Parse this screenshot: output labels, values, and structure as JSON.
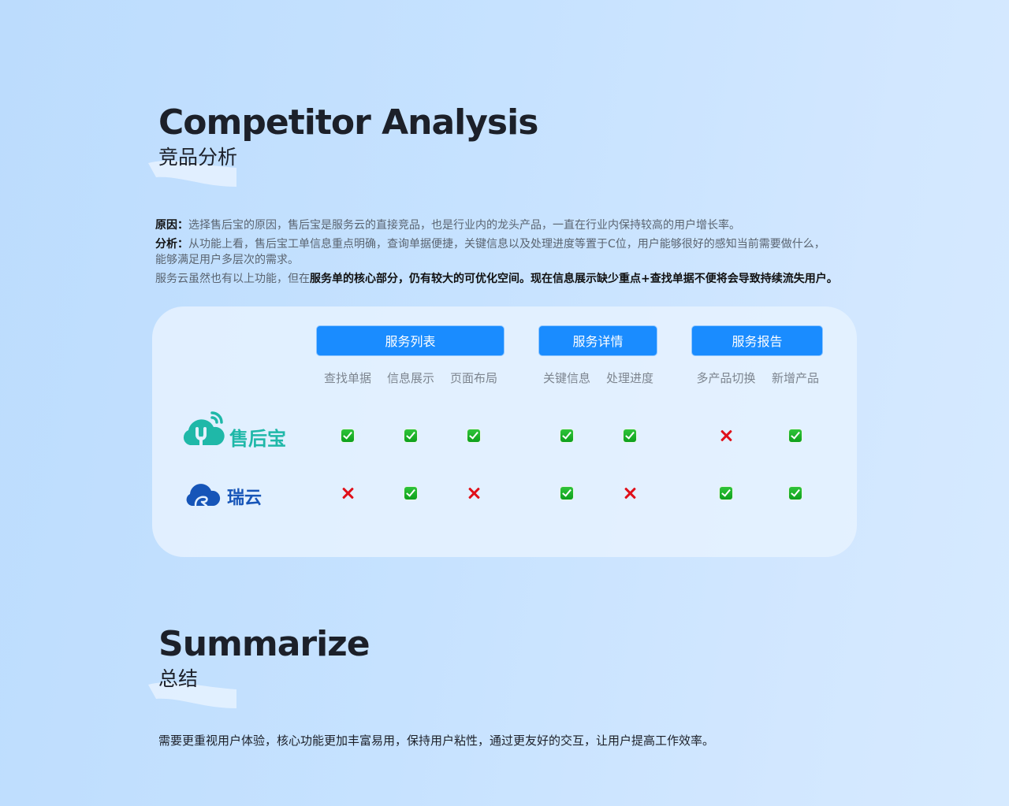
{
  "competitor": {
    "title": "Competitor Analysis",
    "subtitle": "竞品分析",
    "reason_label": "原因：",
    "reason_text": "选择售后宝的原因，售后宝是服务云的直接竞品，也是行业内的龙头产品，一直在行业内保持较高的用户增长率。",
    "analysis_label": "分析：",
    "analysis_text_line1": "从功能上看，售后宝工单信息重点明确，查询单据便捷，关键信息以及处理进度等置于C位，用户能够很好的感知当前需要做什么，",
    "analysis_text_line2": "能够满足用户多层次的需求。",
    "conclusion_normal": "服务云虽然也有以上功能，但在",
    "conclusion_bold": "服务单的核心部分，仍有较大的可优化空间。现在信息展示缺少重点+查找单据不便将会导致持续流失用户。"
  },
  "comparison": {
    "categories": [
      {
        "label": "服务列表",
        "features": [
          "查找单据",
          "信息展示",
          "页面布局"
        ]
      },
      {
        "label": "服务详情",
        "features": [
          "关键信息",
          "处理进度"
        ]
      },
      {
        "label": "服务报告",
        "features": [
          "多产品切换",
          "新增产品"
        ]
      }
    ],
    "products": [
      {
        "name": "售后宝",
        "brand_color": "#1fb8a8",
        "support": [
          "yes",
          "yes",
          "yes",
          "yes",
          "yes",
          "no",
          "yes"
        ]
      },
      {
        "name": "瑞云",
        "brand_color": "#1655b8",
        "support": [
          "no",
          "yes",
          "no",
          "yes",
          "no",
          "yes",
          "yes"
        ]
      }
    ],
    "colors": {
      "button": "#1a8cff",
      "check": "#16a824",
      "cross": "#e0101a"
    }
  },
  "summary": {
    "title": "Summarize",
    "subtitle": "总结",
    "text": "需要更重视用户体验，核心功能更加丰富易用，保持用户粘性，通过更友好的交互，让用户提高工作效率。"
  }
}
